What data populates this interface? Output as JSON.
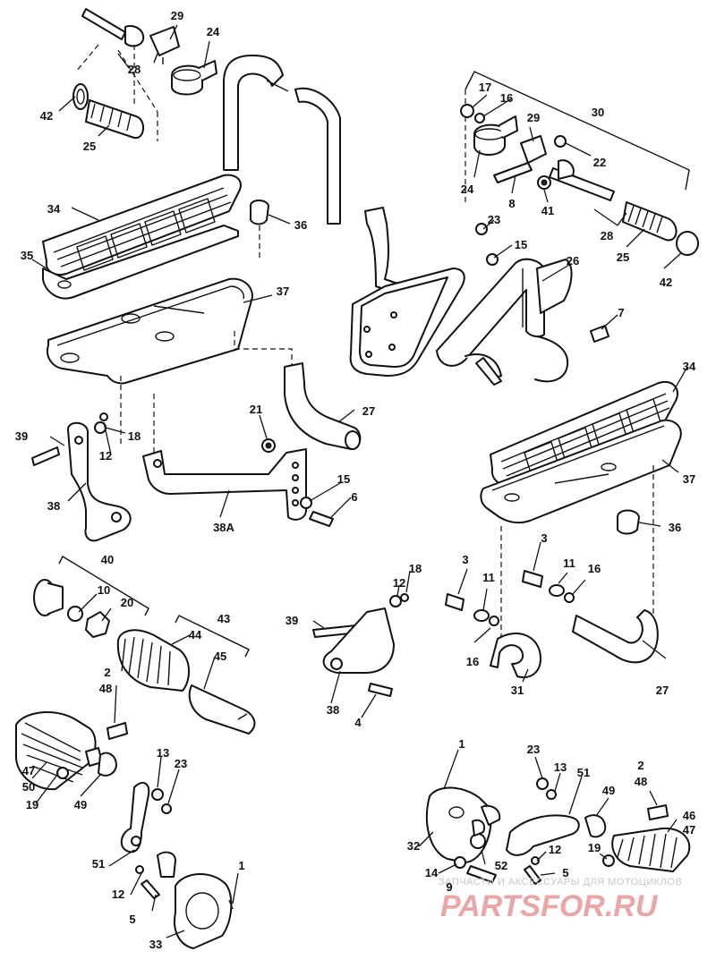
{
  "watermark": {
    "tagline": "ЗАПЧАСТИ И АКСЕССУАРЫ ДЛЯ МОТОЦИКЛОВ",
    "brand": "PARTSFOR.RU"
  },
  "callouts": [
    {
      "id": "c29a",
      "text": "29"
    },
    {
      "id": "c24a",
      "text": "24"
    },
    {
      "id": "c28a",
      "text": "28"
    },
    {
      "id": "c42a",
      "text": "42"
    },
    {
      "id": "c25a",
      "text": "25"
    },
    {
      "id": "c17",
      "text": "17"
    },
    {
      "id": "c16a",
      "text": "16"
    },
    {
      "id": "c30",
      "text": "30"
    },
    {
      "id": "c29b",
      "text": "29"
    },
    {
      "id": "c22",
      "text": "22"
    },
    {
      "id": "c24b",
      "text": "24"
    },
    {
      "id": "c8",
      "text": "8"
    },
    {
      "id": "c41",
      "text": "41"
    },
    {
      "id": "c23a",
      "text": "23"
    },
    {
      "id": "c15a",
      "text": "15"
    },
    {
      "id": "c28b",
      "text": "28"
    },
    {
      "id": "c25b",
      "text": "25"
    },
    {
      "id": "c42b",
      "text": "42"
    },
    {
      "id": "c26",
      "text": "26"
    },
    {
      "id": "c7",
      "text": "7"
    },
    {
      "id": "c34a",
      "text": "34"
    },
    {
      "id": "c36a",
      "text": "36"
    },
    {
      "id": "c35",
      "text": "35"
    },
    {
      "id": "c37a",
      "text": "37"
    },
    {
      "id": "c21",
      "text": "21"
    },
    {
      "id": "c27a",
      "text": "27"
    },
    {
      "id": "c39a",
      "text": "39"
    },
    {
      "id": "c18a",
      "text": "18"
    },
    {
      "id": "c12a",
      "text": "12"
    },
    {
      "id": "c38a",
      "text": "38"
    },
    {
      "id": "c38A",
      "text": "38A"
    },
    {
      "id": "c15b",
      "text": "15"
    },
    {
      "id": "c6",
      "text": "6"
    },
    {
      "id": "c34b",
      "text": "34"
    },
    {
      "id": "c37b",
      "text": "37"
    },
    {
      "id": "c36b",
      "text": "36"
    },
    {
      "id": "c40",
      "text": "40"
    },
    {
      "id": "c10",
      "text": "10"
    },
    {
      "id": "c20",
      "text": "20"
    },
    {
      "id": "c43",
      "text": "43"
    },
    {
      "id": "c44",
      "text": "44"
    },
    {
      "id": "c45",
      "text": "45"
    },
    {
      "id": "c3a",
      "text": "3"
    },
    {
      "id": "c11a",
      "text": "11"
    },
    {
      "id": "c16b",
      "text": "16"
    },
    {
      "id": "c31",
      "text": "31"
    },
    {
      "id": "c3b",
      "text": "3"
    },
    {
      "id": "c11b",
      "text": "11"
    },
    {
      "id": "c16c",
      "text": "16"
    },
    {
      "id": "c27b",
      "text": "27"
    },
    {
      "id": "c18b",
      "text": "18"
    },
    {
      "id": "c12b",
      "text": "12"
    },
    {
      "id": "c39b",
      "text": "39"
    },
    {
      "id": "c38b",
      "text": "38"
    },
    {
      "id": "c4",
      "text": "4"
    },
    {
      "id": "c2a",
      "text": "2"
    },
    {
      "id": "c48a",
      "text": "48"
    },
    {
      "id": "c47a",
      "text": "47"
    },
    {
      "id": "c50",
      "text": "50"
    },
    {
      "id": "c19a",
      "text": "19"
    },
    {
      "id": "c49a",
      "text": "49"
    },
    {
      "id": "c13a",
      "text": "13"
    },
    {
      "id": "c23b",
      "text": "23"
    },
    {
      "id": "c51a",
      "text": "51"
    },
    {
      "id": "c12c",
      "text": "12"
    },
    {
      "id": "c5a",
      "text": "5"
    },
    {
      "id": "c1a",
      "text": "1"
    },
    {
      "id": "c33",
      "text": "33"
    },
    {
      "id": "c1b",
      "text": "1"
    },
    {
      "id": "c23c",
      "text": "23"
    },
    {
      "id": "c13b",
      "text": "13"
    },
    {
      "id": "c51b",
      "text": "51"
    },
    {
      "id": "c2b",
      "text": "2"
    },
    {
      "id": "c48b",
      "text": "48"
    },
    {
      "id": "c49b",
      "text": "49"
    },
    {
      "id": "c46",
      "text": "46"
    },
    {
      "id": "c47b",
      "text": "47"
    },
    {
      "id": "c32",
      "text": "32"
    },
    {
      "id": "c12d",
      "text": "12"
    },
    {
      "id": "c19b",
      "text": "19"
    },
    {
      "id": "c14",
      "text": "14"
    },
    {
      "id": "c9",
      "text": "9"
    },
    {
      "id": "c52",
      "text": "52"
    },
    {
      "id": "c5b",
      "text": "5"
    }
  ]
}
